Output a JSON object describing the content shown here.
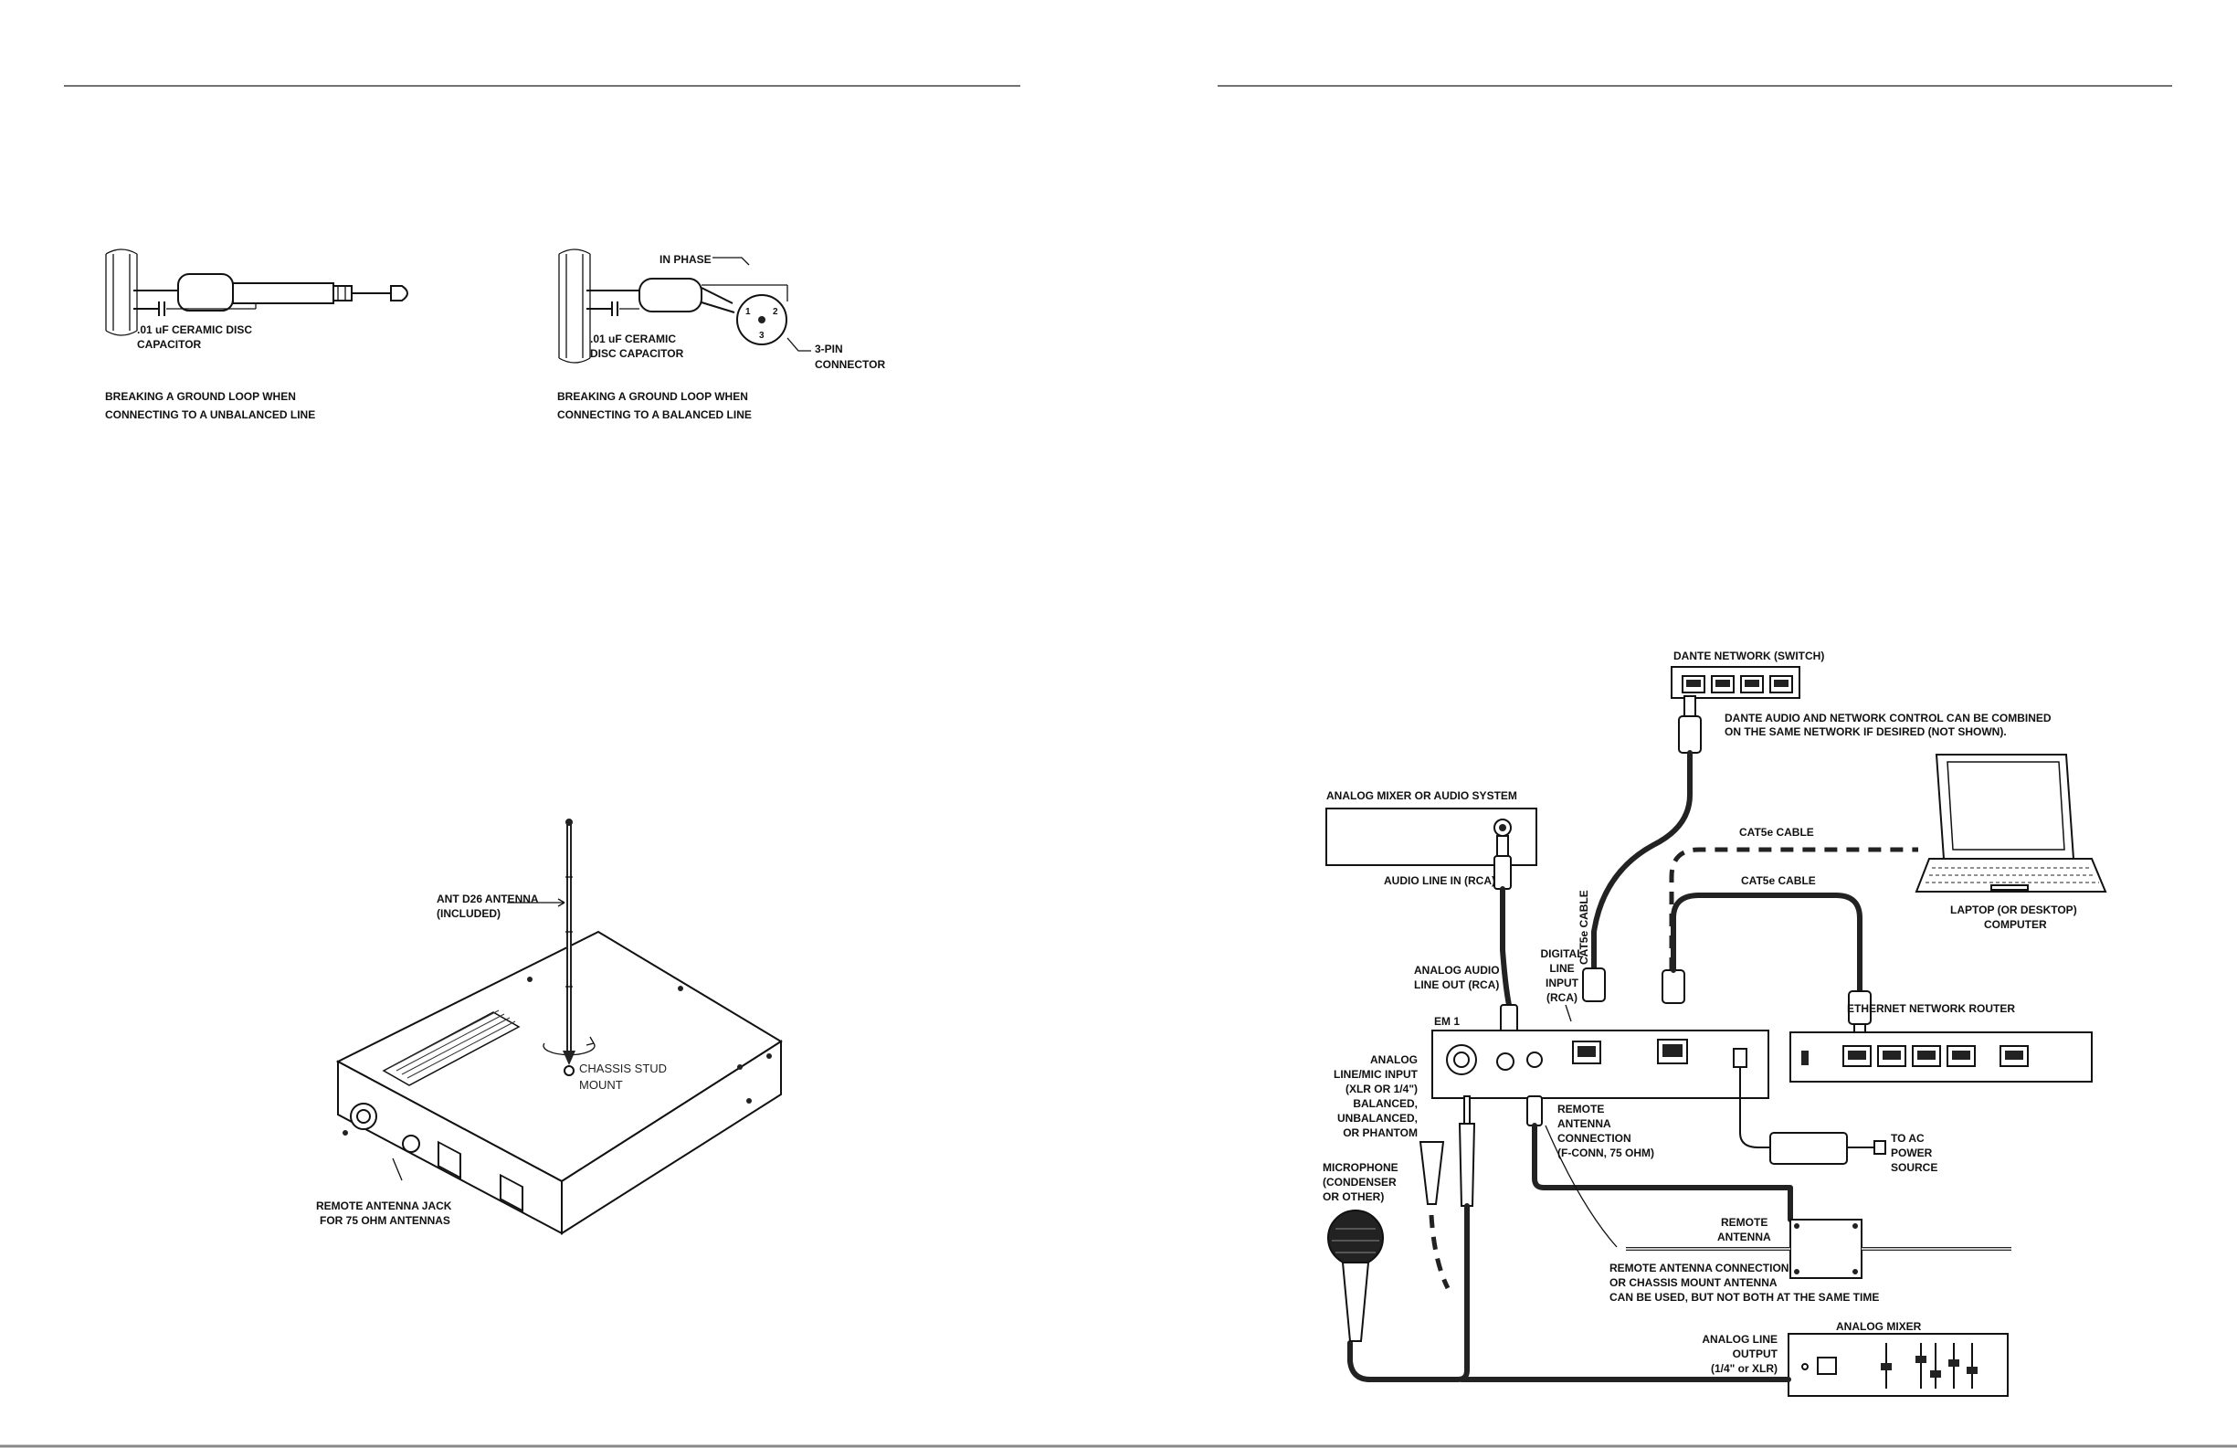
{
  "left_page": {
    "fig_unbalanced": {
      "cap_label_1": ".01 uF CERAMIC DISC",
      "cap_label_2": "CAPACITOR",
      "caption_1": "BREAKING A GROUND LOOP WHEN",
      "caption_2": "CONNECTING TO A UNBALANCED LINE"
    },
    "fig_balanced": {
      "in_phase": "IN PHASE",
      "cap_label_1": ".01 uF CERAMIC",
      "cap_label_2": "DISC CAPACITOR",
      "connector_1": "3-PIN",
      "connector_2": "CONNECTOR",
      "pin_1": "1",
      "pin_2": "2",
      "pin_3": "3",
      "caption_1": "BREAKING A GROUND LOOP WHEN",
      "caption_2": "CONNECTING TO A BALANCED LINE"
    },
    "fig_antenna": {
      "antenna_1": "ANT D26 ANTENNA",
      "antenna_2": "(INCLUDED)",
      "stud_1": "CHASSIS STUD",
      "stud_2": "MOUNT",
      "jack_1": "REMOTE ANTENNA JACK",
      "jack_2": "FOR 75 OHM ANTENNAS"
    }
  },
  "right_page": {
    "dante_switch": "DANTE NETWORK (SWITCH)",
    "dante_note_1": "DANTE AUDIO AND NETWORK CONTROL CAN BE COMBINED",
    "dante_note_2": "ON THE SAME NETWORK IF DESIRED (NOT SHOWN).",
    "analog_system": "ANALOG MIXER OR AUDIO SYSTEM",
    "audio_line_in": "AUDIO LINE IN (RCA)",
    "cat5_cable_dashed": "CAT5e CABLE",
    "cat5_cable": "CAT5e CABLE",
    "cat5_cable_vertical": "CAT5e CABLE",
    "laptop_1": "LAPTOP (OR DESKTOP)",
    "laptop_2": "COMPUTER",
    "digital_1": "DIGITAL",
    "digital_2": "LINE",
    "digital_3": "INPUT",
    "digital_4": "(RCA)",
    "analog_out_1": "ANALOG AUDIO",
    "analog_out_2": "LINE OUT (RCA)",
    "unit_label": "EM 1",
    "router": "ETHERNET NETWORK ROUTER",
    "analog_in_1": "ANALOG",
    "analog_in_2": "LINE/MIC INPUT",
    "analog_in_3": "(XLR OR 1/4\")",
    "analog_in_4": "BALANCED,",
    "analog_in_5": "UNBALANCED,",
    "analog_in_6": "OR PHANTOM",
    "remote_1": "REMOTE",
    "remote_2": "ANTENNA",
    "remote_3": "CONNECTION",
    "remote_4": "(F-CONN, 75 OHM)",
    "ac_1": "TO AC",
    "ac_2": "POWER",
    "ac_3": "SOURCE",
    "mic_1": "MICROPHONE",
    "mic_2": "(CONDENSER",
    "mic_3": "OR OTHER)",
    "remote_ant_1": "REMOTE",
    "remote_ant_2": "ANTENNA",
    "note_1": "REMOTE ANTENNA CONNECTION",
    "note_2": "OR CHASSIS MOUNT ANTENNA",
    "note_3": "CAN BE USED, BUT NOT BOTH AT THE SAME TIME",
    "mixer": "ANALOG MIXER",
    "mixer_out_1": "ANALOG LINE",
    "mixer_out_2": "OUTPUT",
    "mixer_out_3": "(1/4\" or XLR)"
  }
}
